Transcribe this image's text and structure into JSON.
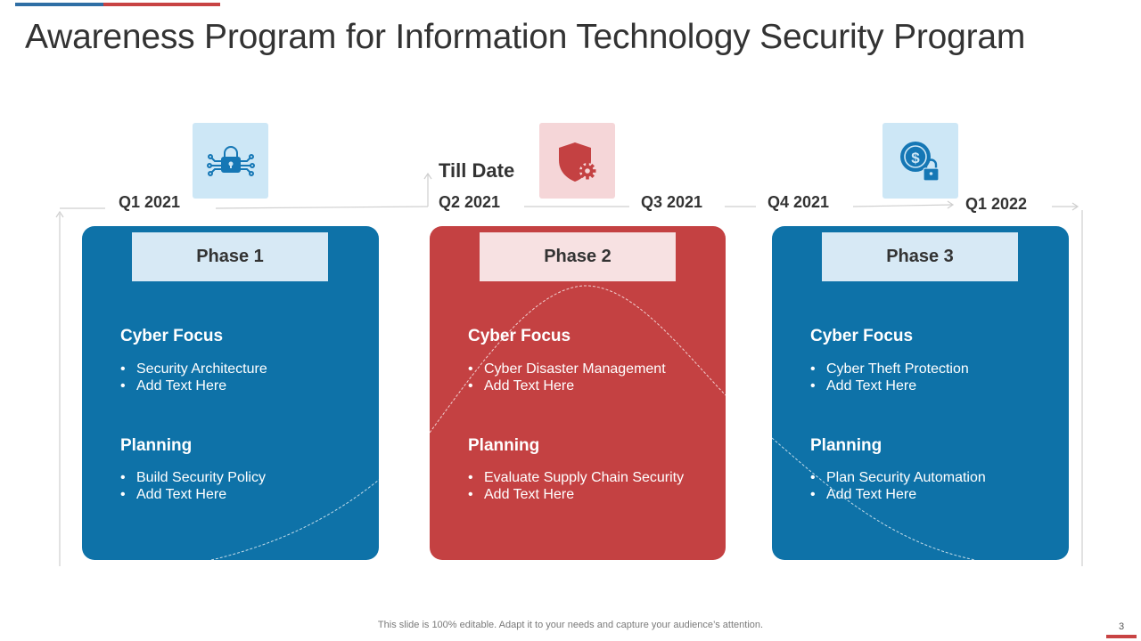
{
  "title": "Awareness Program for Information Technology Security Program",
  "timeline": {
    "till_date": "Till Date",
    "quarters": [
      "Q1 2021",
      "Q2 2021",
      "Q3 2021",
      "Q4 2021",
      "Q1 2022"
    ]
  },
  "icons": [
    "circuit-lock-icon",
    "shield-gear-icon",
    "coin-lock-icon"
  ],
  "colors": {
    "blue": "#0e72a8",
    "red": "#c44142"
  },
  "phases": [
    {
      "label": "Phase 1",
      "cyber_focus": {
        "title": "Cyber Focus",
        "items": [
          "Security Architecture",
          "Add Text Here"
        ]
      },
      "planning": {
        "title": "Planning",
        "items": [
          "Build Security Policy",
          "Add Text Here"
        ]
      }
    },
    {
      "label": "Phase 2",
      "cyber_focus": {
        "title": "Cyber Focus",
        "items": [
          "Cyber Disaster Management",
          "Add Text Here"
        ]
      },
      "planning": {
        "title": "Planning",
        "items": [
          "Evaluate Supply Chain Security",
          "Add Text Here"
        ]
      }
    },
    {
      "label": "Phase 3",
      "cyber_focus": {
        "title": "Cyber Focus",
        "items": [
          "Cyber Theft Protection",
          "Add Text Here"
        ]
      },
      "planning": {
        "title": "Planning",
        "items": [
          "Plan Security Automation",
          "Add Text Here"
        ]
      }
    }
  ],
  "footer": "This slide is 100% editable. Adapt it to your needs and capture your audience’s attention.",
  "page_number": "3"
}
